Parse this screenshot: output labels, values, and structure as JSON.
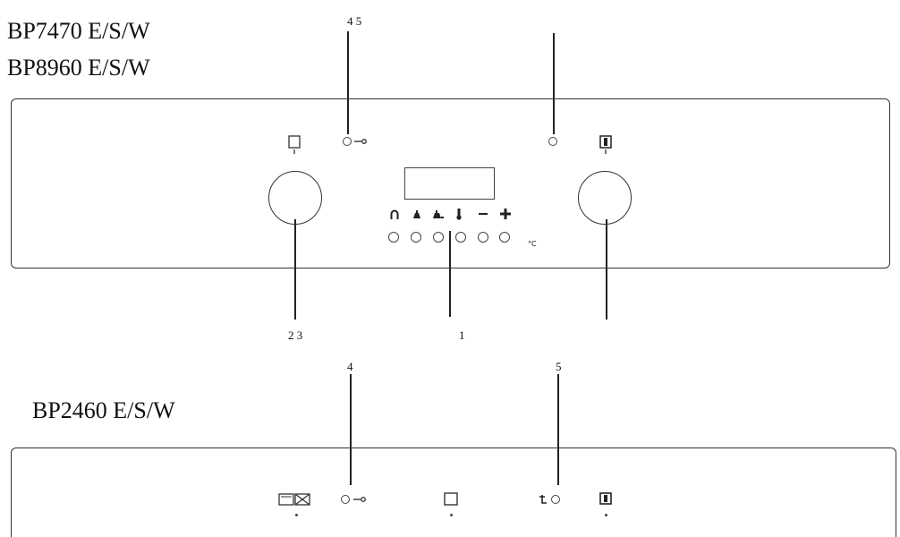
{
  "models": {
    "top_line1": "BP7470 E/S/W",
    "top_line2": "BP8960 E/S/W",
    "bottom": "BP2460 E/S/W"
  },
  "callouts": {
    "top_led_left": "4 5",
    "left_knob": "2 3",
    "buttons": "1",
    "bottom_lock": "4",
    "bottom_timer": "5"
  },
  "panel_top": {
    "temp_unit": "°C",
    "button_icons": [
      "clock-icon",
      "bell-icon",
      "cooking-start-icon",
      "thermometer-icon",
      "minus-icon",
      "plus-icon"
    ]
  },
  "icons": {
    "left_knob_symbol": "oven-function-icon",
    "right_knob_symbol": "temperature-knob-icon",
    "lock_symbol": "key-lock-icon"
  }
}
